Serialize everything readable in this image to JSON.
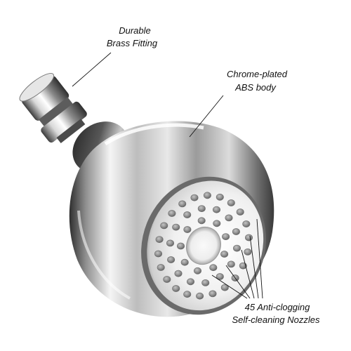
{
  "callouts": {
    "fitting": [
      "Durable",
      "Brass Fitting"
    ],
    "body": [
      "Chrome-plated",
      "ABS body"
    ],
    "nozzles": [
      "45 Anti-clogging",
      "Self-cleaning Nozzles"
    ]
  },
  "nozzle_count": 45,
  "colors": {
    "chrome_dark": "#3a3a3a",
    "chrome_mid": "#9a9a9a",
    "chrome_light": "#f4f4f4",
    "nozzle": "#8c8c8c",
    "text": "#111111"
  }
}
